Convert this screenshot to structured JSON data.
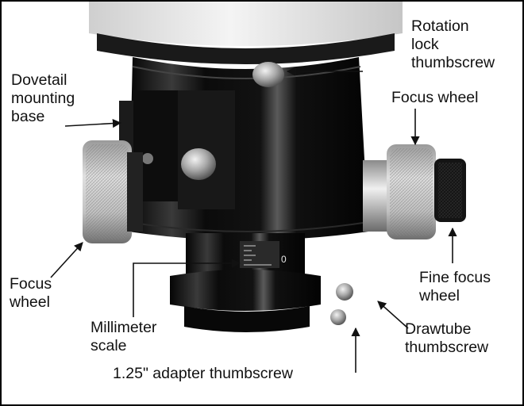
{
  "labels": {
    "rotation_lock": [
      "Rotation",
      "lock",
      "thumbscrew"
    ],
    "dovetail": [
      "Dovetail",
      "mounting",
      "base"
    ],
    "focus_wheel_right": [
      "Focus wheel"
    ],
    "focus_wheel_left": [
      "Focus",
      "wheel"
    ],
    "fine_focus": [
      "Fine focus",
      "wheel"
    ],
    "millimeter": [
      "Millimeter",
      "scale"
    ],
    "drawtube": [
      "Drawtube",
      "thumbscrew"
    ],
    "adapter": [
      "1.25\" adapter thumbscrew"
    ]
  },
  "scale_marker": "0",
  "colors": {
    "background": "#ffffff",
    "metal_dark": "#0e0e0e",
    "knurl": "#bdbdbd",
    "text": "#111111"
  }
}
